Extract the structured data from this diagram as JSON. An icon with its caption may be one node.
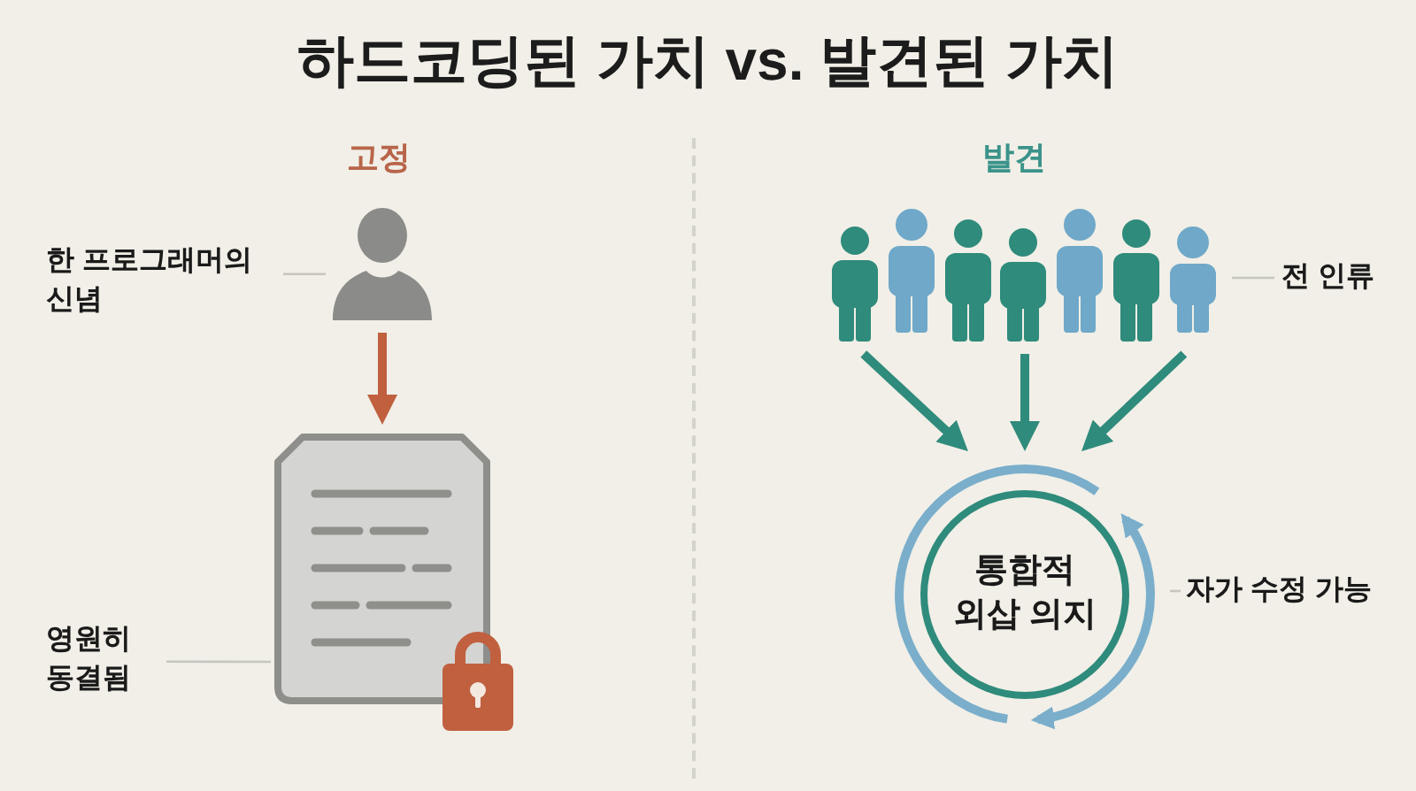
{
  "diagram": {
    "title": "하드코딩된 가치 vs. 발견된 가치",
    "nodes": [
      {
        "text": [
          "한 프로그래머의 신념"
        ]
      },
      {
        "text": [],
        "shape": "person"
      },
      {
        "text": [],
        "shape": "document"
      },
      {
        "text": [
          "영원히 동결됨"
        ]
      },
      {
        "text": [],
        "shape": "crowd"
      },
      {
        "text": [
          "전 인류"
        ]
      },
      {
        "text": [],
        "shape": "cycle"
      },
      {
        "text": [
          "통합적 외삽 의지"
        ],
        "in": 6
      },
      {
        "text": [
          "자가 수정 가능"
        ]
      }
    ],
    "edges": [
      {
        "from": 0,
        "to": 1,
        "arrow": "none",
        "color": "#c6c6bf"
      },
      {
        "from": 1,
        "to": 2,
        "arrow": "to",
        "style": "thick",
        "color": "#c0603f"
      },
      {
        "from": 3,
        "to": 2,
        "arrow": "none",
        "color": "#c6c6bf"
      },
      {
        "from": 4,
        "to": 6,
        "arrow": "to",
        "style": "thick",
        "color": "#2f8b7c"
      },
      {
        "from": 4,
        "to": 6,
        "arrow": "to",
        "style": "thick",
        "color": "#2f8b7c"
      },
      {
        "from": 4,
        "to": 6,
        "arrow": "to",
        "style": "thick",
        "color": "#2f8b7c"
      },
      {
        "from": 5,
        "to": 4,
        "arrow": "none",
        "color": "#c6c6bf"
      },
      {
        "from": 8,
        "to": 6,
        "arrow": "none",
        "color": "#c6c6bf"
      }
    ],
    "labels": [
      "고정",
      "발견"
    ]
  }
}
